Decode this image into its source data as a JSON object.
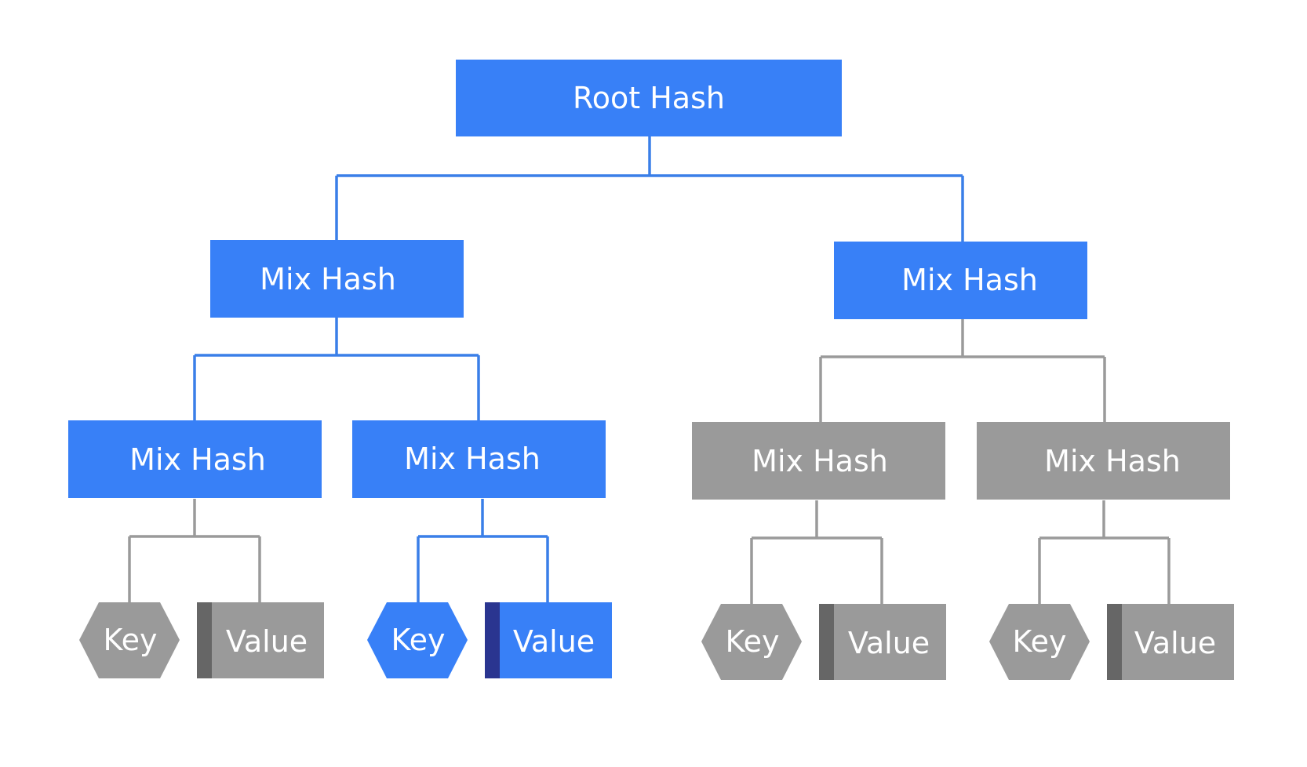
{
  "colors": {
    "active_node": "#3880f7",
    "inactive_node": "#9a9a9a",
    "active_line": "#3a7fe8",
    "inactive_line": "#9a9a9a",
    "active_value_strip": "#2a3590",
    "inactive_value_strip": "#666666",
    "label_text": "#ffffff",
    "background": "#ffffff"
  },
  "tree": {
    "root": {
      "label": "Root Hash",
      "state": "active"
    },
    "level1": [
      {
        "label": "Mix Hash",
        "state": "active"
      },
      {
        "label": "Mix Hash",
        "state": "active"
      }
    ],
    "level2": [
      {
        "label": "Mix Hash",
        "state": "active"
      },
      {
        "label": "Mix Hash",
        "state": "active"
      },
      {
        "label": "Mix Hash",
        "state": "inactive"
      },
      {
        "label": "Mix Hash",
        "state": "inactive"
      }
    ],
    "leaves": [
      {
        "key_label": "Key",
        "value_label": "Value",
        "state": "inactive"
      },
      {
        "key_label": "Key",
        "value_label": "Value",
        "state": "active"
      },
      {
        "key_label": "Key",
        "value_label": "Value",
        "state": "inactive"
      },
      {
        "key_label": "Key",
        "value_label": "Value",
        "state": "inactive"
      }
    ]
  }
}
